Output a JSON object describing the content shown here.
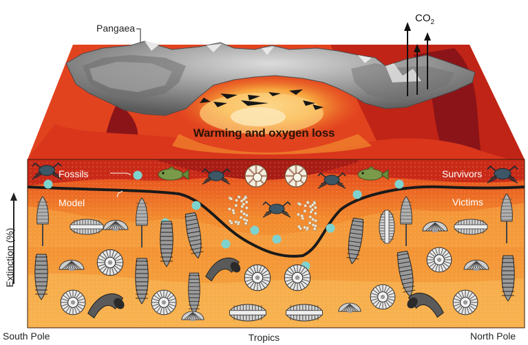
{
  "title": "Warming and oxygen loss",
  "labels": {
    "pangaea": "Pangaea",
    "co2_main": "CO",
    "co2_sub": "2",
    "fossils": "Fossils",
    "model": "Model",
    "survivors": "Survivors",
    "victims": "Victims"
  },
  "axis": {
    "y_label": "Extinction (%)",
    "x_left": "South Pole",
    "x_center": "Tropics",
    "x_right": "North Pole"
  },
  "colors": {
    "deep_red": "#8e1418",
    "red": "#d42c1c",
    "orange": "#ec6a24",
    "light_orange": "#f7a33c",
    "yellow": "#fcd07a",
    "fossil_dot": "#7fd3cf",
    "model_line": "#1a1a1a",
    "land": "#8c8c8c"
  },
  "icons": [
    "crab-icon",
    "fish-icon",
    "nautilus-icon",
    "coral-icon",
    "trilobite-icon",
    "brachiopod-icon",
    "ammonite-icon",
    "crinoid-icon",
    "horn-coral-icon",
    "orthocone-icon",
    "co2-arrow-icon"
  ]
}
